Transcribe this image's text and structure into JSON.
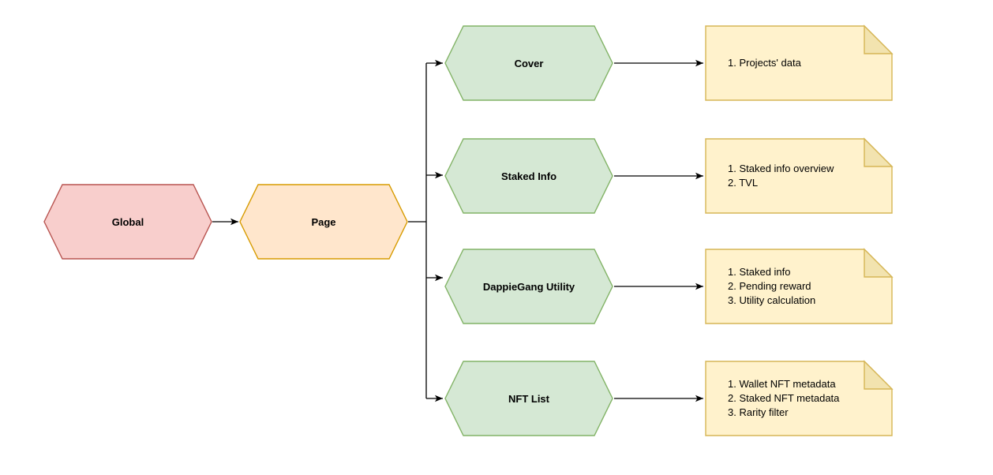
{
  "diagram": {
    "root": {
      "label": "Global"
    },
    "page": {
      "label": "Page"
    },
    "sections": [
      {
        "label": "Cover",
        "note_lines": [
          "1. Projects' data"
        ]
      },
      {
        "label": "Staked Info",
        "note_lines": [
          "1. Staked info overview",
          "2. TVL"
        ]
      },
      {
        "label": "DappieGang Utility",
        "note_lines": [
          "1. Staked info",
          "2. Pending reward",
          "3. Utility calculation"
        ]
      },
      {
        "label": "NFT List",
        "note_lines": [
          "1. Wallet NFT metadata",
          "2. Staked NFT metadata",
          "3. Rarity filter"
        ]
      }
    ],
    "colors": {
      "global_fill": "#f8cecc",
      "global_stroke": "#b85450",
      "page_fill": "#ffe6cc",
      "page_stroke": "#d79b00",
      "section_fill": "#d5e8d4",
      "section_stroke": "#82b366",
      "note_fill": "#fff2cc",
      "note_stroke": "#d6b656",
      "note_fold_fill": "#f2e3af",
      "edge": "#000000"
    }
  }
}
